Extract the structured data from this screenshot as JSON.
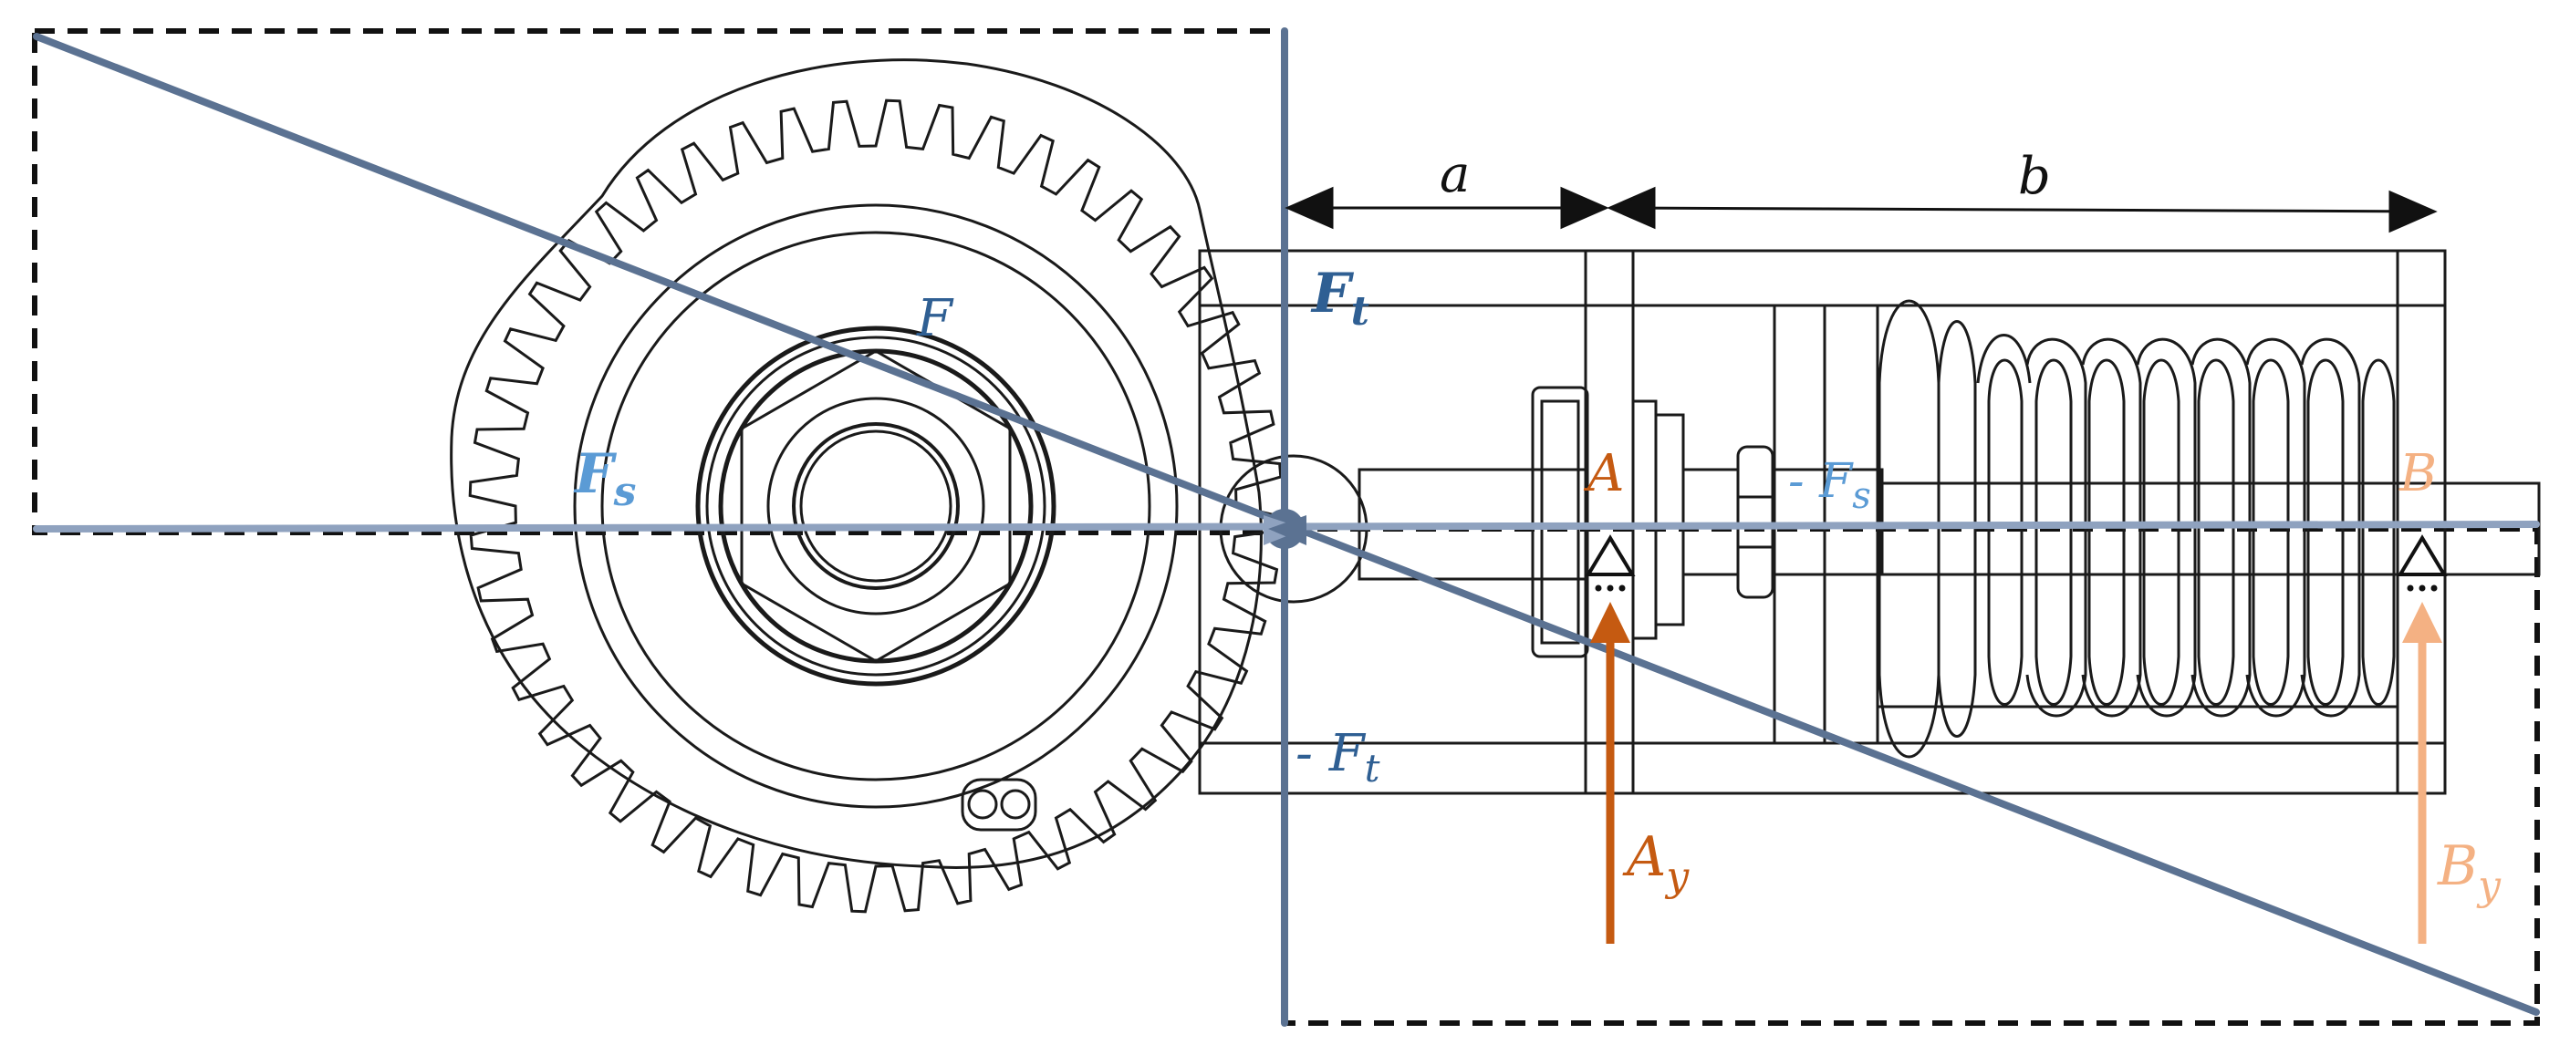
{
  "colors": {
    "line": "#1a1a1a",
    "axis": "#5b7292",
    "axis_light": "#8fa2bf",
    "dark_blue": "#2f5f93",
    "light_blue": "#5b9bd5",
    "orange": "#c55a11",
    "peach": "#f4b183",
    "black": "#111111"
  },
  "labels": {
    "a": "a",
    "b": "b",
    "Ft": "F",
    "Ft_sub": "t",
    "F": "F",
    "Fs": "F",
    "Fs_sub": "s",
    "neg_Fs": "- F",
    "neg_Fs_sub": "s",
    "neg_Ft": "- F",
    "neg_Ft_sub": "t",
    "A": "A",
    "B": "B",
    "Ay": "A",
    "Ay_sub": "y",
    "By": "B",
    "By_sub": "y"
  }
}
